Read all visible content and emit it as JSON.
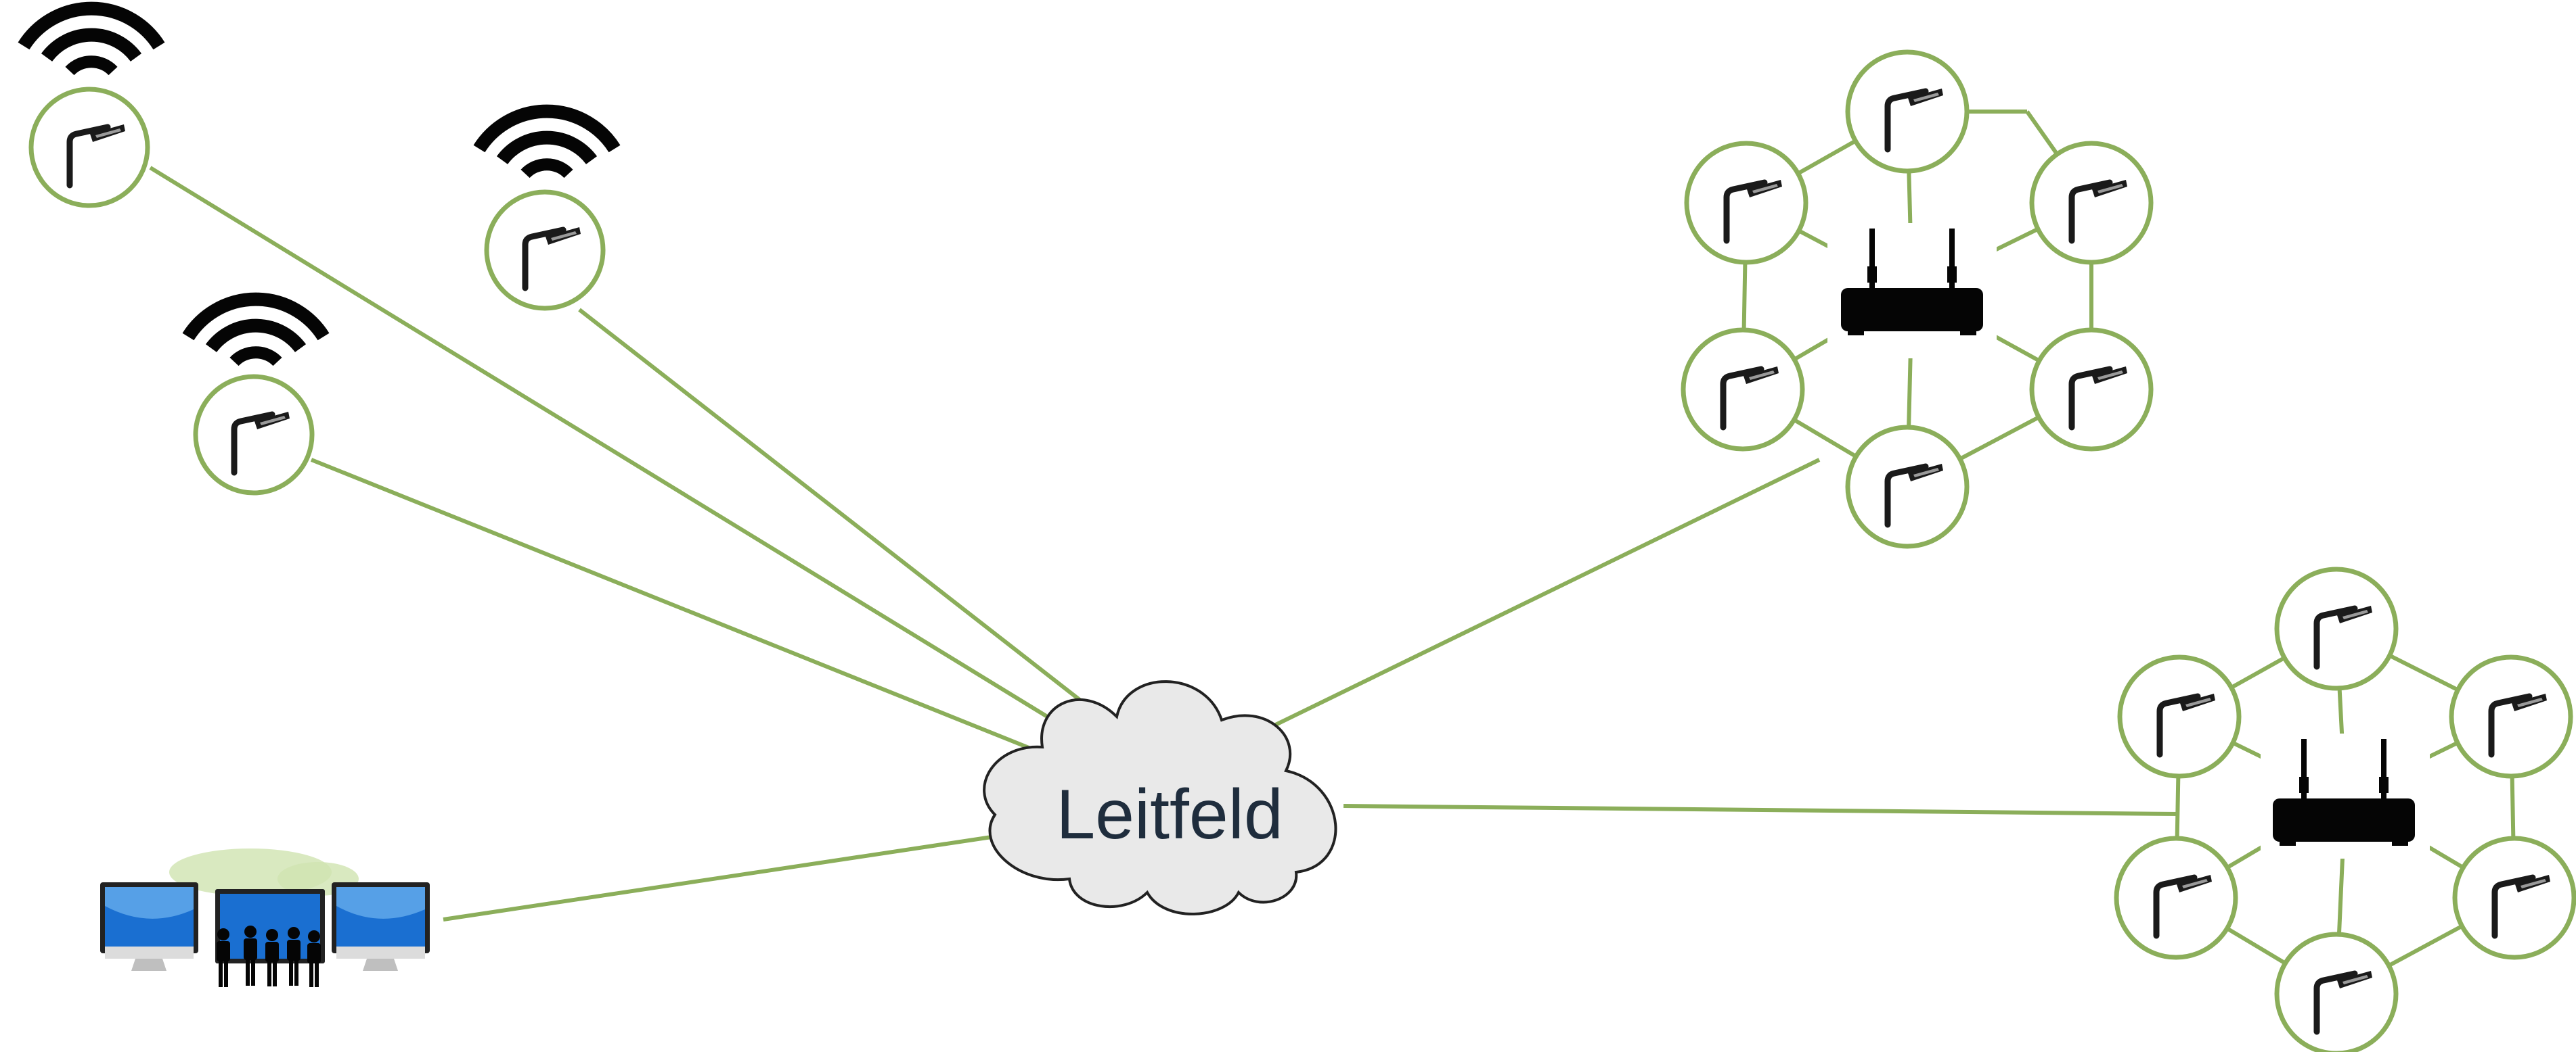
{
  "diagram": {
    "cloud_label": "Leitfeld",
    "colors": {
      "link": "#8bae5a",
      "node_ring": "#8bae5a",
      "node_fill": "#ffffff",
      "cloud_fill": "#e9e9e9",
      "cloud_stroke": "#222222",
      "cloud_text": "#1f2d3d",
      "router": "#050505",
      "wifi": "#050505",
      "lamp": "#1a1a1a",
      "screen": "#1a6fd1"
    },
    "nodes": [
      {
        "id": "lamp-1",
        "kind": "streetlight",
        "wireless": true
      },
      {
        "id": "lamp-2",
        "kind": "streetlight",
        "wireless": true
      },
      {
        "id": "lamp-3",
        "kind": "streetlight",
        "wireless": true
      },
      {
        "id": "mesh-1",
        "kind": "mesh-cluster",
        "gateway_icon": "router-icon",
        "member_count": 6
      },
      {
        "id": "mesh-2",
        "kind": "mesh-cluster",
        "gateway_icon": "router-icon",
        "member_count": 6
      },
      {
        "id": "control-room",
        "kind": "control-center",
        "icon": "monitors-with-people-icon"
      }
    ]
  }
}
